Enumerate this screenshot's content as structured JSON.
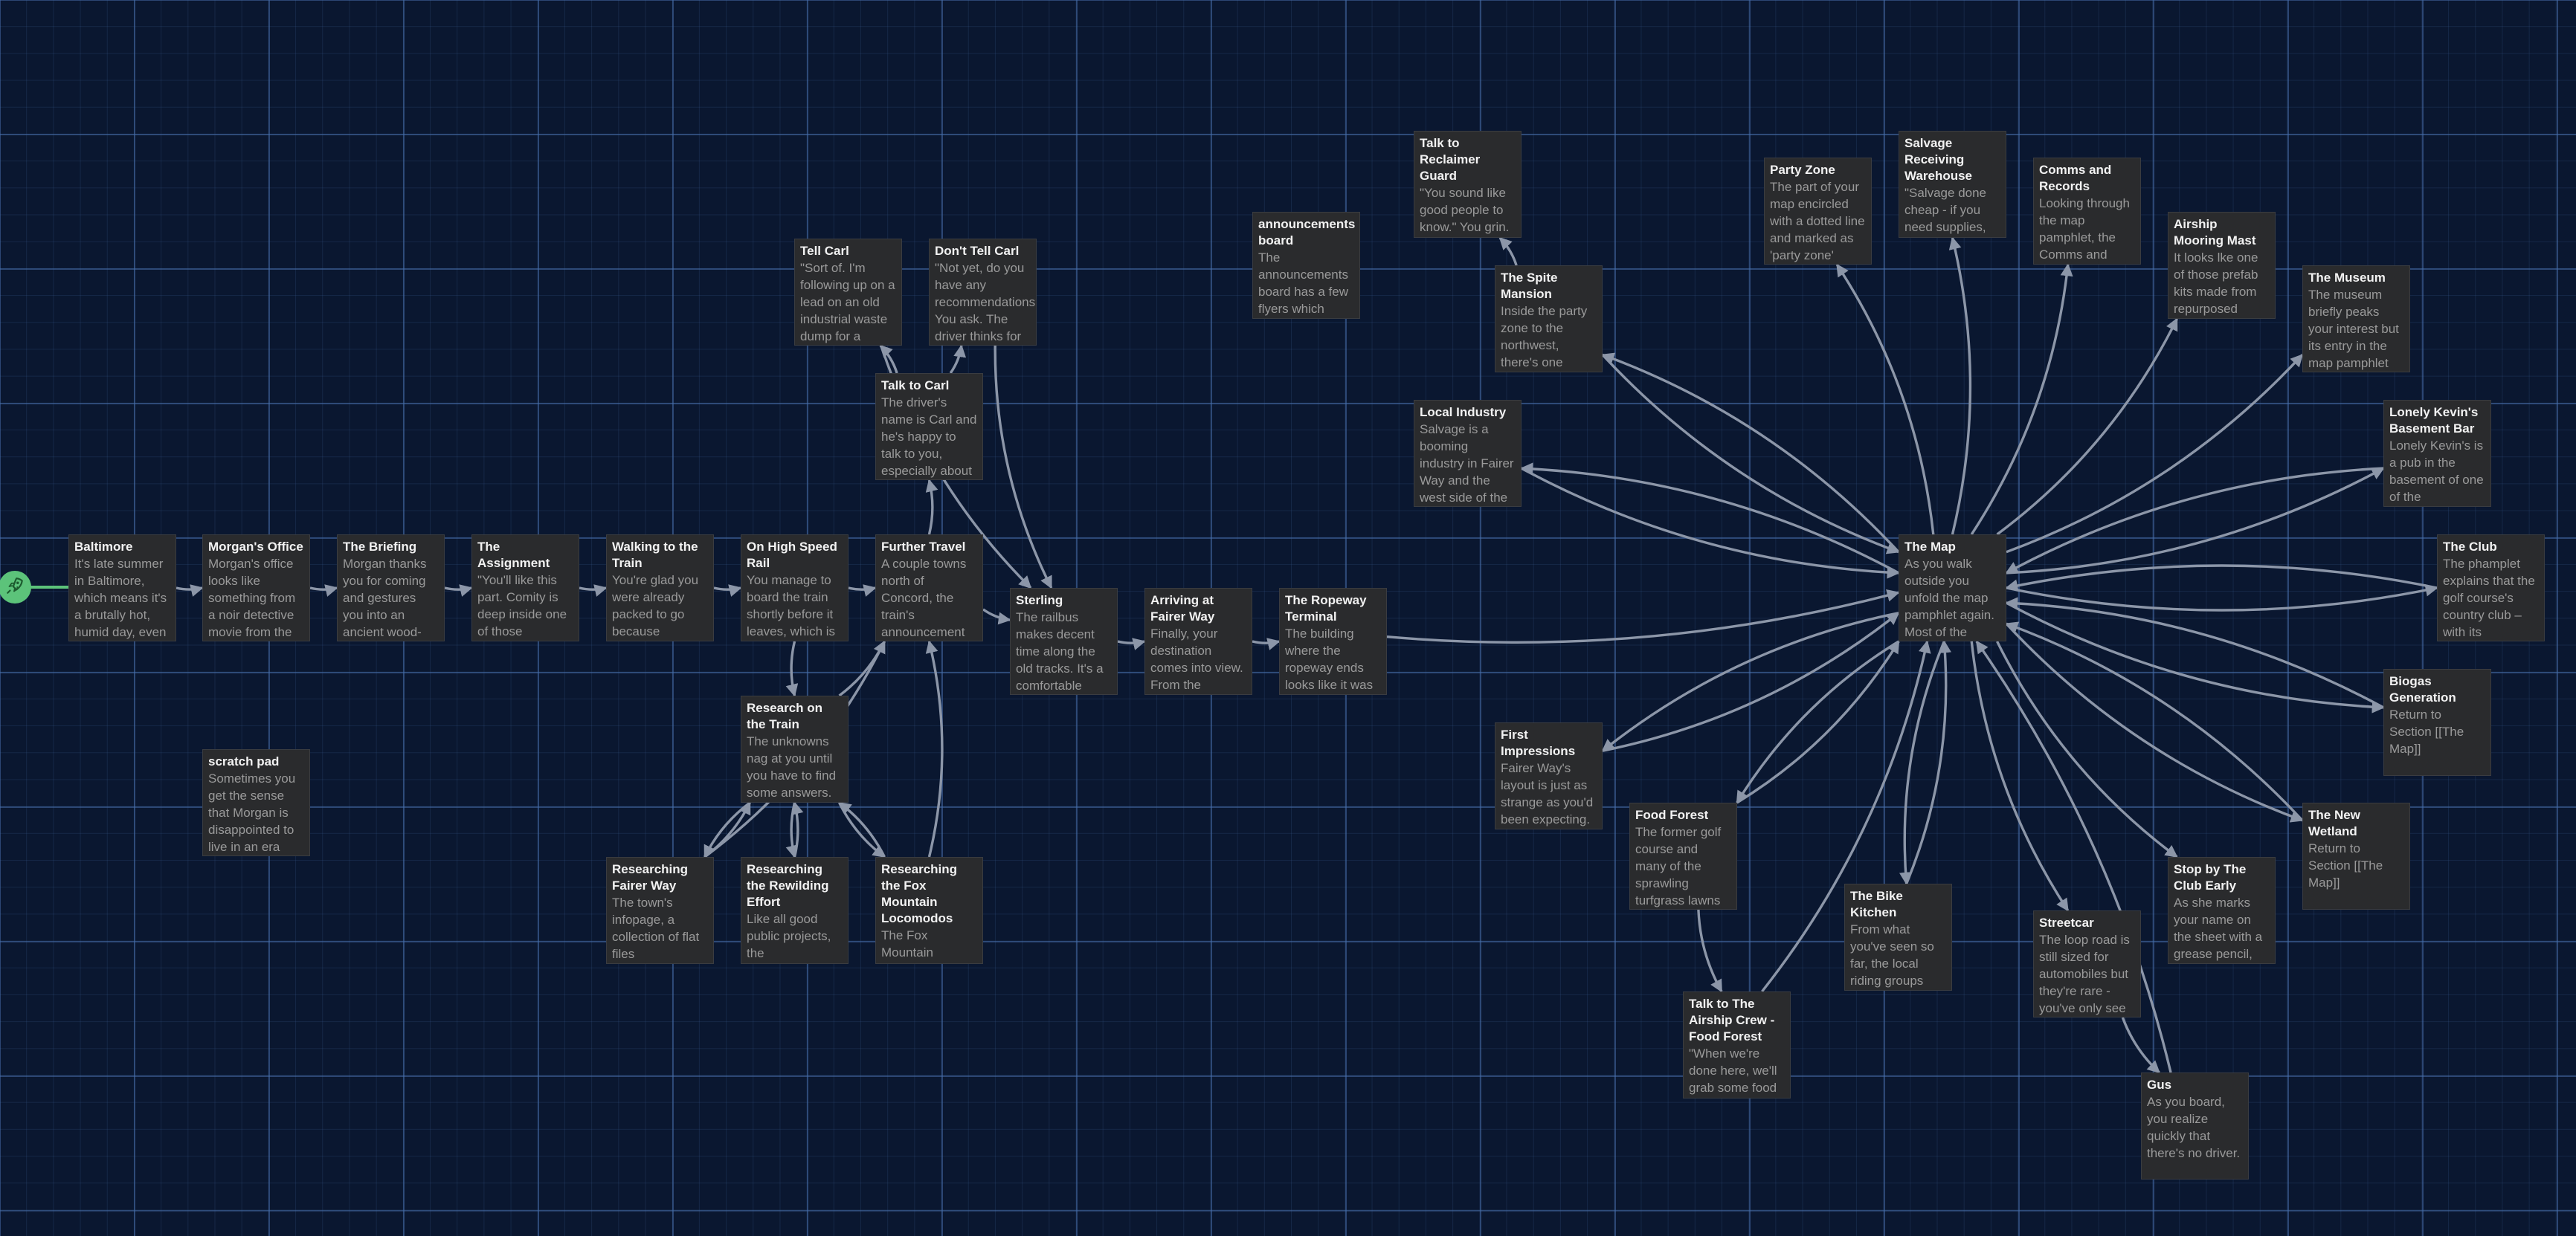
{
  "colors": {
    "background": "#0a1730",
    "grid": "#466eaa",
    "card": "#2a2b2d",
    "card_title": "#f2f2f2",
    "card_excerpt": "#9a9a9a",
    "edge": "#8c96a8",
    "start": "#5cc37a"
  },
  "start_icon": "rocket-icon",
  "passages": [
    {
      "id": "baltimore",
      "title": "Baltimore",
      "excerpt": "It's late summer in Baltimore, which means it's a brutally hot, humid day, even"
    },
    {
      "id": "morgans-office",
      "title": "Morgan's Office",
      "excerpt": "Morgan's office looks like something from a noir detective movie from the"
    },
    {
      "id": "the-briefing",
      "title": "The Briefing",
      "excerpt": "Morgan thanks you for coming and gestures you into an ancient wood-"
    },
    {
      "id": "the-assignment",
      "title": "The Assignment",
      "excerpt": "\"You'll like this part. Comity is deep inside one of those rewilding zones."
    },
    {
      "id": "walking-to-the-train",
      "title": "Walking to the Train",
      "excerpt": "You're glad you were already packed to go because"
    },
    {
      "id": "on-high-speed-rail",
      "title": "On High Speed Rail",
      "excerpt": "You manage to board the train shortly before it leaves, which is"
    },
    {
      "id": "further-travel",
      "title": "Further Travel",
      "excerpt": "A couple towns north of Concord, the train's announcement"
    },
    {
      "id": "talk-to-carl",
      "title": "Talk to Carl",
      "excerpt": "The driver's name is Carl and he's happy to talk to you, especially about"
    },
    {
      "id": "tell-carl",
      "title": "Tell Carl",
      "excerpt": "\"Sort of. I'm following up on a lead on an old industrial waste dump for a"
    },
    {
      "id": "dont-tell-carl",
      "title": "Don't Tell Carl",
      "excerpt": "\"Not yet, do you have any recommendations?\" You ask. The driver thinks for"
    },
    {
      "id": "sterling",
      "title": "Sterling",
      "excerpt": "The railbus makes decent time along the old tracks. It's a comfortable"
    },
    {
      "id": "arriving-at-fairer-way",
      "title": "Arriving at Fairer Way",
      "excerpt": "Finally, your destination comes into view. From the"
    },
    {
      "id": "the-ropeway-terminal",
      "title": "The Ropeway Terminal",
      "excerpt": "The building where the ropeway ends looks like it was"
    },
    {
      "id": "research-on-the-train",
      "title": "Research on the Train",
      "excerpt": "The unknowns nag at you until you have to find some answers."
    },
    {
      "id": "researching-fairer-way",
      "title": "Researching Fairer Way",
      "excerpt": "The town's infopage, a collection of flat files"
    },
    {
      "id": "researching-the-rewilding-effort",
      "title": "Researching the Rewilding Effort",
      "excerpt": "Like all good public projects, the deconstruction"
    },
    {
      "id": "researching-the-fox-mountain-locomodos",
      "title": "Researching the Fox Mountain Locomodos",
      "excerpt": "The Fox Mountain Locomodos'"
    },
    {
      "id": "scratch-pad",
      "title": "scratch pad",
      "excerpt": "Sometimes you get the sense that Morgan is disappointed to live in an era"
    },
    {
      "id": "announcements-board",
      "title": "announcements board",
      "excerpt": "The announcements board has a few flyers which"
    },
    {
      "id": "talk-to-reclaimer-guard",
      "title": "Talk to Reclaimer Guard",
      "excerpt": "\"You sound like good people to know.\" You grin. \"I probably"
    },
    {
      "id": "the-spite-mansion",
      "title": "The Spite Mansion",
      "excerpt": "Inside the party zone to the northwest, there's one"
    },
    {
      "id": "local-industry",
      "title": "Local Industry",
      "excerpt": "Salvage is a booming industry in Fairer Way and the west side of the"
    },
    {
      "id": "party-zone",
      "title": "Party Zone",
      "excerpt": "The part of your map encircled with a dotted line and marked as 'party zone'"
    },
    {
      "id": "salvage-receiving-warehouse",
      "title": "Salvage Receiving Warehouse",
      "excerpt": "\"Salvage done cheap - if you need supplies,"
    },
    {
      "id": "comms-and-records",
      "title": "Comms and Records",
      "excerpt": "Looking through the map pamphlet, the Comms and"
    },
    {
      "id": "airship-mooring-mast",
      "title": "Airship Mooring Mast",
      "excerpt": "It looks lke one of those prefab kits made from repurposed"
    },
    {
      "id": "the-museum",
      "title": "The Museum",
      "excerpt": "The museum briefly peaks your interest but its entry in the map pamphlet"
    },
    {
      "id": "lonely-kevins-basement-bar",
      "title": "Lonely Kevin's Basement Bar",
      "excerpt": "Lonely Kevin's is a pub in the basement of one of the"
    },
    {
      "id": "the-map",
      "title": "The Map",
      "excerpt": "As you walk outside you unfold the map pamphlet again. Most of the"
    },
    {
      "id": "the-club",
      "title": "The Club",
      "excerpt": "The phamplet explains that the golf course's country club – with its"
    },
    {
      "id": "biogas-generation",
      "title": "Biogas Generation",
      "excerpt": "Return to Section [[The Map]]"
    },
    {
      "id": "the-new-wetland",
      "title": "The New Wetland",
      "excerpt": "Return to Section [[The Map]]"
    },
    {
      "id": "first-impressions",
      "title": "First Impressions",
      "excerpt": "Fairer Way's layout is just as strange as you'd been expecting."
    },
    {
      "id": "food-forest",
      "title": "Food Forest",
      "excerpt": "The former golf course and many of the sprawling turfgrass lawns"
    },
    {
      "id": "the-bike-kitchen",
      "title": "The Bike Kitchen",
      "excerpt": "From what you've seen so far, the local riding groups seem to have"
    },
    {
      "id": "streetcar",
      "title": "Streetcar",
      "excerpt": "The loop road is still sized for automobiles but they're rare - you've only see"
    },
    {
      "id": "stop-by-the-club-early",
      "title": "Stop by The Club Early",
      "excerpt": "As she marks your name on the sheet with a grease pencil,"
    },
    {
      "id": "talk-to-the-airship-crew-food-forest",
      "title": "Talk to The Airship Crew - Food Forest",
      "excerpt": "\"When we're done here, we'll grab some food"
    },
    {
      "id": "gus",
      "title": "Gus",
      "excerpt": "As you board, you realize quickly that there's no driver."
    }
  ]
}
